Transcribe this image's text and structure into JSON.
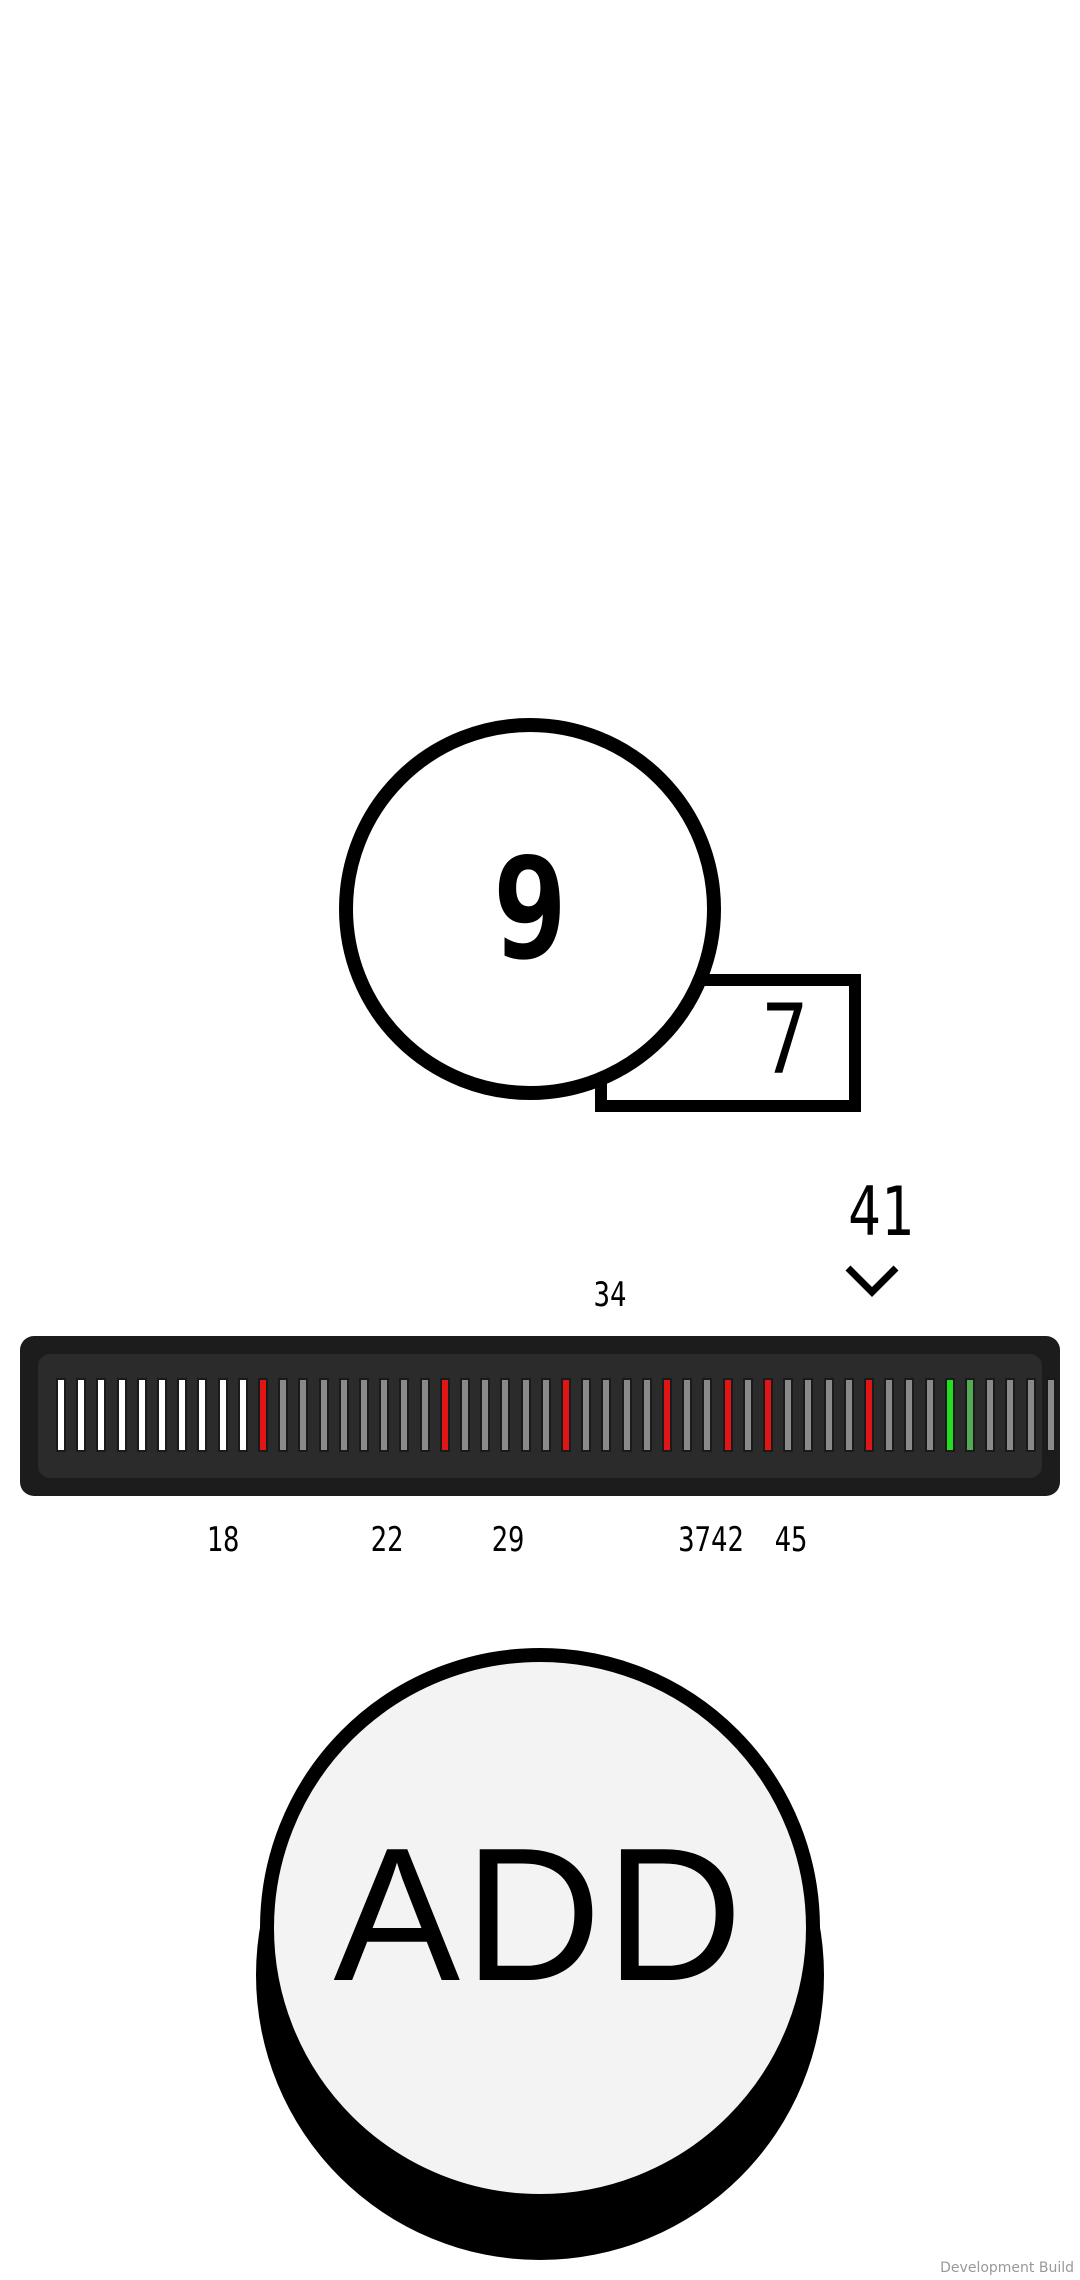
{
  "game": {
    "current_number": "9",
    "next_number": "7",
    "target_number": "41",
    "top_marker_label": "34",
    "add_button_label": "ADD",
    "footer_text": "Development Build"
  },
  "meter": {
    "tick_count": 50,
    "ticks": [
      "white",
      "white",
      "white",
      "white",
      "white",
      "white",
      "white",
      "white",
      "white",
      "white",
      "red",
      "gray",
      "gray",
      "gray",
      "gray",
      "gray",
      "gray",
      "gray",
      "gray",
      "red",
      "gray",
      "gray",
      "gray",
      "gray",
      "gray",
      "red",
      "gray",
      "gray",
      "gray",
      "gray",
      "red",
      "gray",
      "gray",
      "red",
      "gray",
      "red",
      "gray",
      "gray",
      "gray",
      "gray",
      "red",
      "gray",
      "gray",
      "gray",
      "green",
      "green-dim",
      "gray",
      "gray",
      "gray",
      "gray"
    ],
    "bottom_labels": [
      "18",
      "22",
      "29",
      "3742",
      "45"
    ],
    "colors": {
      "white": "#ffffff",
      "red": "#e01616",
      "gray": "#8a8a8a",
      "green": "#22dd22",
      "green-dim": "#55aa55",
      "panel": "#1c1c1c"
    }
  }
}
